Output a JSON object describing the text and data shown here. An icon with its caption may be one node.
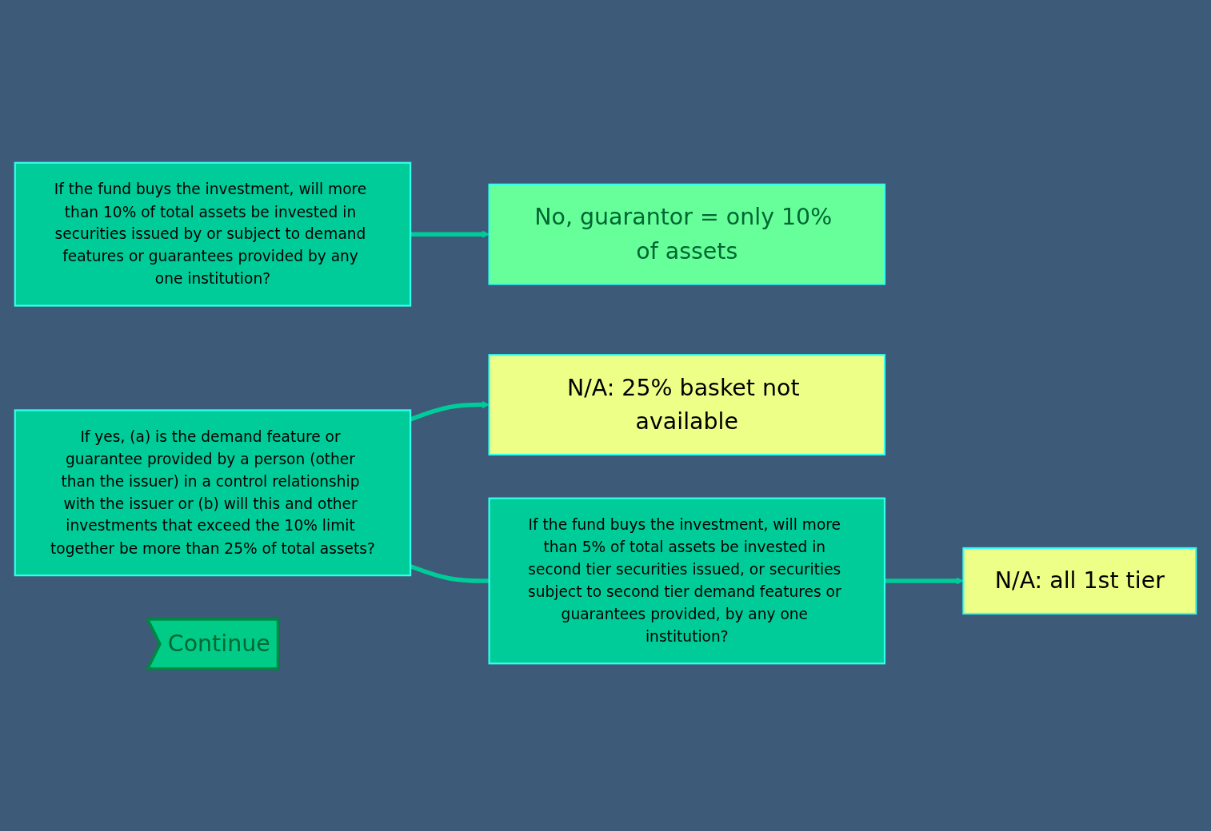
{
  "diagram": {
    "nodes": [
      {
        "text": [
          "If the fund buys the investment, will more than 10% of total assets be invested in securities issued by or subject to demand features or guarantees provided by any one institution?"
        ]
      },
      {
        "text": [
          "If yes, (a) is the demand feature or guarantee provided by a person (other than the issuer) in a control relationship with the issuer or (b) will this and other investments that exceed the 10% limit together be more than 25% of total assets?"
        ]
      },
      {
        "text": [
          "If the fund buys the investment, will more than 5% of total assets be invested in second tier securities issued, or securities subject to second tier demand features or guarantees provided, by any one institution?"
        ]
      },
      {
        "text": [
          "No, guarantor = only 10% of assets"
        ]
      },
      {
        "text": [
          "N/A: 25% basket not available"
        ]
      },
      {
        "text": [
          "N/A: all 1st tier"
        ]
      },
      {
        "text": [
          "Continue"
        ]
      }
    ],
    "edges": [
      {
        "from": 0,
        "to": 3,
        "arrow": "to"
      },
      {
        "from": 1,
        "to": 4,
        "arrow": "to"
      },
      {
        "from": 1,
        "to": 2,
        "arrow": "none"
      },
      {
        "from": 2,
        "to": 5,
        "arrow": "to"
      }
    ]
  }
}
